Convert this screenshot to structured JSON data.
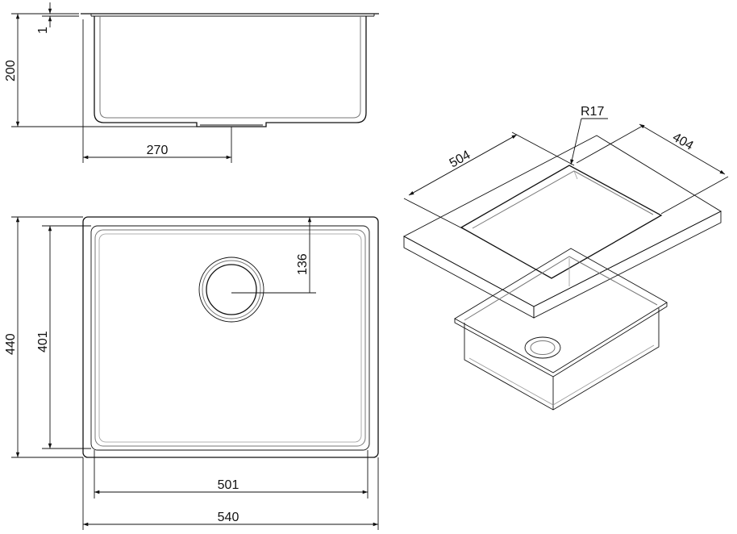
{
  "dimensions": {
    "rim_thickness": "1",
    "depth": "200",
    "drain_offset_x": "270",
    "drain_offset_y": "136",
    "inner_depth": "401",
    "outer_depth": "440",
    "inner_width": "501",
    "outer_width": "540",
    "cutout_length": "504",
    "cutout_width": "404",
    "corner_radius": "R17"
  },
  "colors": {
    "line": "#111111",
    "shade": "#777777",
    "background": "#ffffff"
  }
}
